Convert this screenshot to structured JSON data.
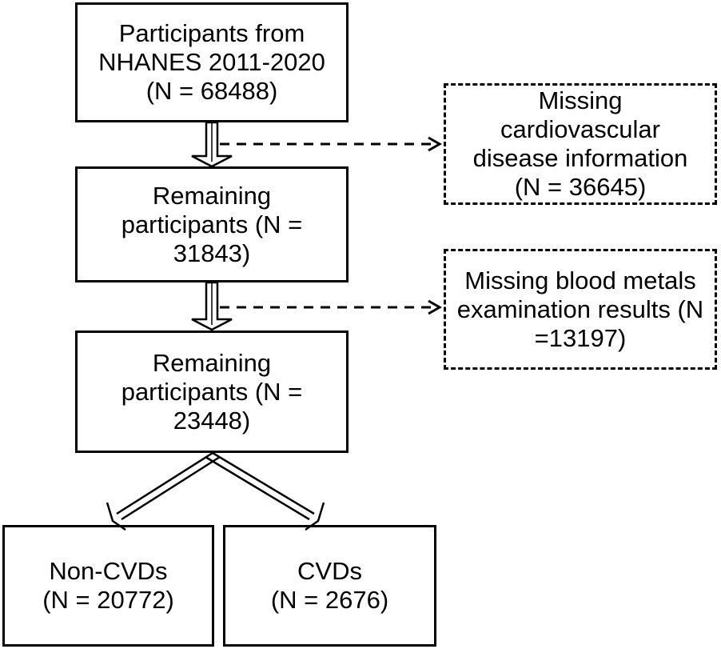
{
  "nodes": {
    "participants": {
      "lines": [
        "Participants  from",
        "NHANES 2011-2020",
        "(N = 68488)"
      ]
    },
    "remaining_1": {
      "lines": [
        "Remaining",
        "participants (N =",
        "31843)"
      ]
    },
    "remaining_2": {
      "lines": [
        "Remaining",
        "participants (N =",
        "23448)"
      ]
    },
    "non_cvds": {
      "lines": [
        "Non-CVDs",
        "(N = 20772)"
      ]
    },
    "cvds": {
      "lines": [
        "CVDs",
        "(N = 2676)"
      ]
    }
  },
  "exclusions": {
    "missing_cvd": {
      "lines": [
        "Missing",
        "cardiovascular",
        "disease information",
        "(N = 36645)"
      ]
    },
    "missing_metals": {
      "lines": [
        "Missing blood metals",
        "examination results (N",
        "=13197)"
      ]
    }
  },
  "colors": {
    "stroke": "#000000",
    "background": "#ffffff"
  }
}
